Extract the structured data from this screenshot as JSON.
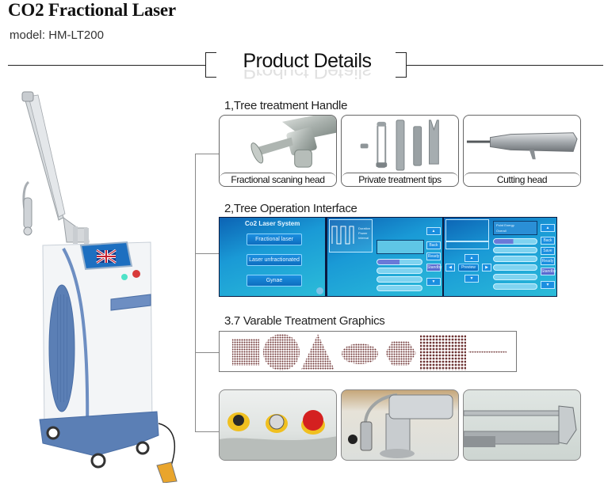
{
  "header": {
    "title": "CO2 Fractional Laser",
    "model": "model: HM-LT200"
  },
  "product_details": {
    "heading": "Product Details"
  },
  "sections": [
    {
      "label": "1,Tree treatment Handle",
      "items": [
        {
          "caption": "Fractional scaning head"
        },
        {
          "caption": "Private treatment tips"
        },
        {
          "caption": "Cutting head"
        }
      ]
    },
    {
      "label": "2,Tree Operation Interface",
      "screens": {
        "main_menu": {
          "title": "Co2 Laser System",
          "buttons": [
            "Fractional laser",
            "Laser unfractionated",
            "Gynae"
          ]
        },
        "screen2": {
          "legend": [
            "Duration",
            "Power",
            "Interval"
          ],
          "side_buttons": [
            "Back",
            "Ready",
            "Standby"
          ]
        },
        "screen3": {
          "info": [
            "Point Energy",
            "Overall"
          ],
          "center_button": "Preview",
          "side_buttons": [
            "Back",
            "Save",
            "Ready",
            "Standby"
          ]
        }
      }
    },
    {
      "label": "3.7 Varable Treatment Graphics",
      "shapes": [
        "square",
        "circle",
        "triangle",
        "ellipse",
        "hexagon",
        "large-square",
        "line"
      ]
    },
    {
      "label": "",
      "photos": [
        "key-switch-and-emergency-stop",
        "handpiece-connector",
        "handpiece-tip"
      ]
    }
  ],
  "colors": {
    "dot": "#7a3a3a",
    "machine_blue": "#5b7fb5",
    "screen_blue": "#1a9ad6"
  }
}
